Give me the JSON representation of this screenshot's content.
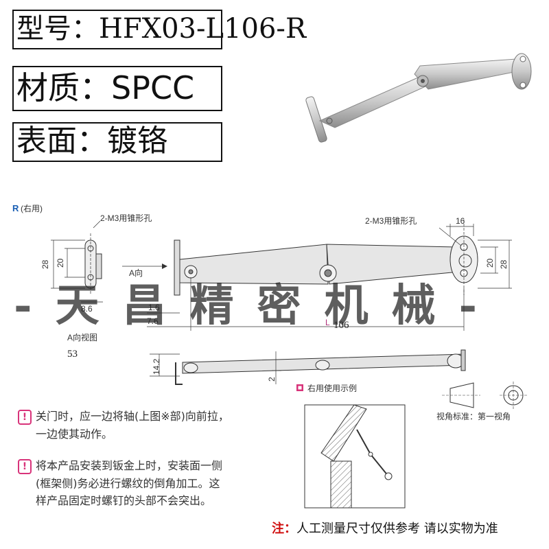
{
  "spec": {
    "model": "型号：HFX03-L106-R",
    "material": "材质：SPCC",
    "surface": "表面：镀铬"
  },
  "drawing": {
    "variant_label_r": "R",
    "variant_label_rest": "(右用)",
    "hole_note_left": "2-M3用锥形孔",
    "hole_note_right": "2-M3用锥形孔",
    "dim_16": "16",
    "dim_28_left": "28",
    "dim_20_left": "20",
    "dim_20_right": "20",
    "dim_28_right": "28",
    "dim_8_6": "8.6",
    "dim_1_6": "1.6",
    "dim_7_6": "7.6",
    "dim_l_prefix": "L",
    "dim_l_value": "106",
    "dim_14_2": "14.2",
    "dim_2": "2",
    "view_a_arrow": "A向",
    "view_a_title": "A向视图",
    "dim_53": "53",
    "example_label": "右用使用示例",
    "projection_label": "视角标准：第一视角",
    "colors": {
      "accent": "#d8337a",
      "line": "#333333",
      "drawing_blue": "#1a5fb4"
    }
  },
  "notes": {
    "note1_line1": "关门时，应一边将轴(上图※部)向前拉，",
    "note1_line2": "一边使其动作。",
    "note2_line1": "将本产品安装到钣金上时，安装面一侧",
    "note2_line2": "(框架侧)务必进行螺纹的倒角加工。这",
    "note2_line3": "样产品固定时螺钉的头部不会突出。",
    "icon": "warning-icon"
  },
  "watermark": "-天昌精密机械-",
  "footnote": {
    "label": "注：",
    "text": "人工测量尺寸仅供参考 请以实物为准"
  }
}
